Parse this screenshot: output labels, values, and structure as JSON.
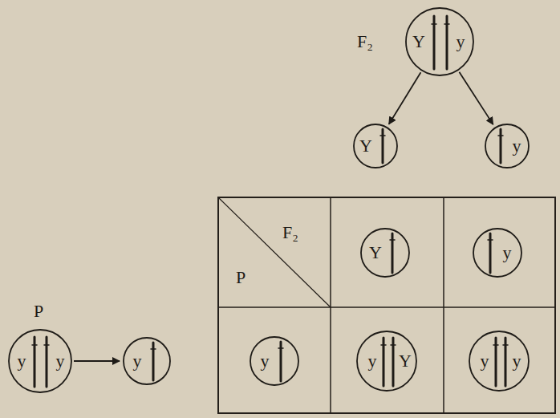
{
  "diagram": {
    "nodes": [
      {
        "text": [
          "Y",
          "y"
        ]
      },
      {
        "text": [
          "Y"
        ]
      },
      {
        "text": [
          "y"
        ]
      },
      {
        "text": [
          "Y"
        ]
      },
      {
        "text": [
          "y"
        ]
      },
      {
        "text": [
          "y",
          "y"
        ]
      },
      {
        "text": [
          "y"
        ]
      },
      {
        "text": [
          "y"
        ]
      },
      {
        "text": [
          "y",
          "Y"
        ]
      },
      {
        "text": [
          "y",
          "y"
        ]
      }
    ],
    "edges": [
      {
        "from": 0,
        "to": 1,
        "arrow": "to"
      },
      {
        "from": 0,
        "to": 2,
        "arrow": "to"
      },
      {
        "from": 5,
        "to": 6,
        "arrow": "to"
      }
    ],
    "labels": [
      "F₂",
      "F₂",
      "P",
      "P"
    ]
  }
}
